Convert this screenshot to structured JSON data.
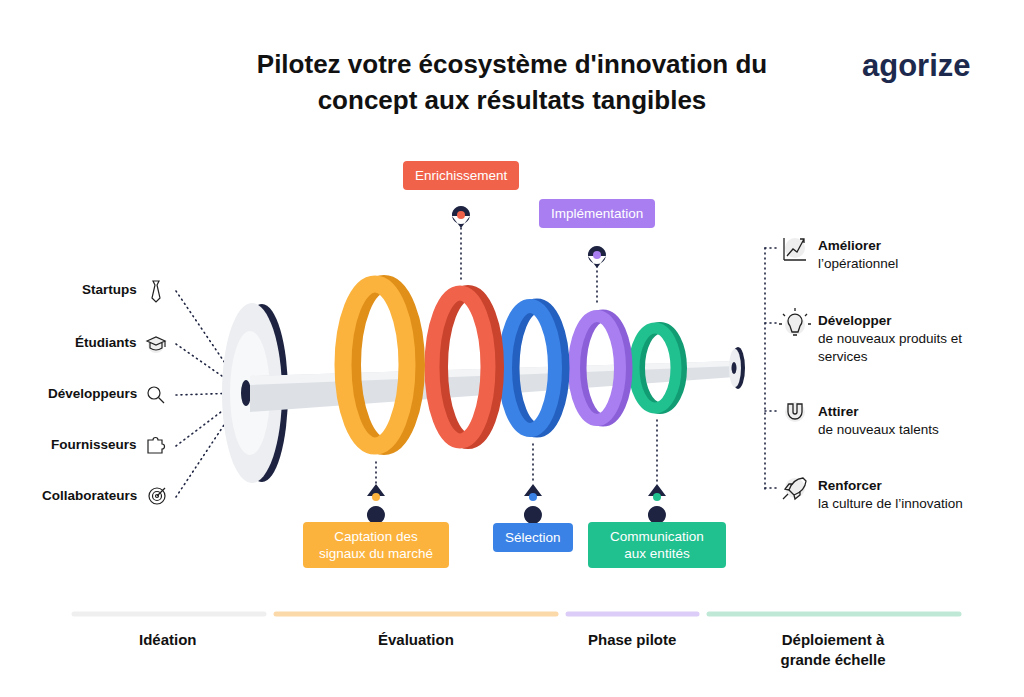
{
  "diagram": {
    "title": "Pilotez votre écosystème d'innovation du concept aux résultats tangibles",
    "nodes": [
      {
        "text": [
          "Enrichissement"
        ]
      },
      {
        "text": [
          "Implémentation"
        ]
      },
      {
        "text": [
          "Captation des signaux du marché"
        ]
      },
      {
        "text": [
          "Sélection"
        ]
      },
      {
        "text": [
          "Communication aux entités"
        ]
      }
    ],
    "labels": [
      "agorize",
      "Startups",
      "Étudiants",
      "Développeurs",
      "Fournisseurs",
      "Collaborateurs",
      "Améliorer",
      "l’opérationnel",
      "Développer",
      "de nouveaux produits et services",
      "Attirer",
      "de nouveaux talents",
      "Renforcer",
      "la culture de l’innovation",
      "Idéation",
      "Évaluation",
      "Phase pilote",
      "Déploiement à grande échelle"
    ]
  }
}
